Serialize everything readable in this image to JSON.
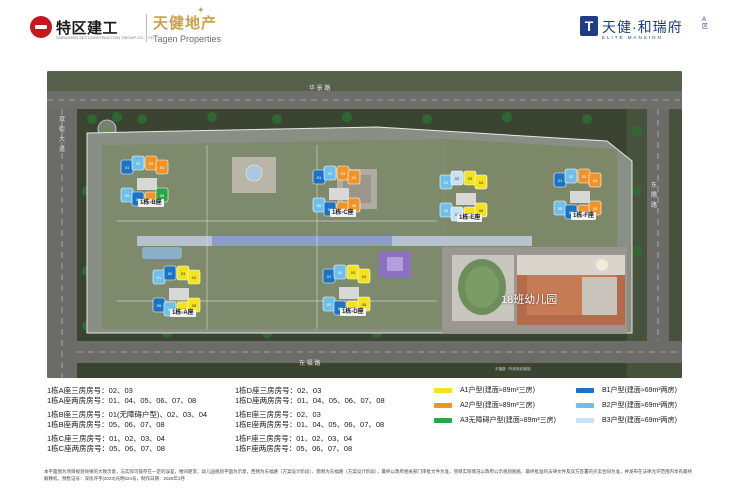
{
  "header": {
    "developer_logo_text": "特区建工",
    "developer_logo_sub": "SHENZHEN SEZ CONSTRUCTION GROUP CO., LTD.",
    "brand_cn": "天健地产",
    "brand_en": "Tagen Properties",
    "project_logo_cn": "天健·和瑞府",
    "project_logo_en": "ELITE MANSION",
    "project_logo_sub": "A区",
    "project_emblem": "T"
  },
  "site_plan": {
    "roads": {
      "north": "华 景 路",
      "west": "双 街 大 道",
      "east": "东 隅 路",
      "south": "东 福 路",
      "south_small": "东福路（市政规划道路）"
    },
    "buildings": [
      {
        "id": "b1",
        "label": "1栋-B座"
      },
      {
        "id": "b2",
        "label": "1栋-C座"
      },
      {
        "id": "b3",
        "label": "1栋-E座"
      },
      {
        "id": "b4",
        "label": "1栋-F座"
      },
      {
        "id": "b5",
        "label": "1栋-A座"
      },
      {
        "id": "b6",
        "label": "1栋-D座"
      }
    ],
    "kindergarten": "18班幼儿园"
  },
  "unit_colors": {
    "A1": "#f4e21c",
    "A2": "#f0942a",
    "A3": "#27a745",
    "B1": "#1c73c4",
    "B2": "#6ec0ea",
    "B3": "#c6e1f4"
  },
  "listings": {
    "A_three": "1栋A座三房房号：02、03",
    "A_two": "1栋A座两房房号：01、04、05、06、07、08",
    "B_three": "1栋B座三房房号：01(无障碍户型)、02、03、04",
    "B_two": "1栋B座两房房号：05、06、07、08",
    "C_three": "1栋C座三房房号：01、02、03、04",
    "C_two": "1栋C座两房房号：05、06、07、08",
    "D_three": "1栋D座三房房号：02、03",
    "D_two": "1栋D座两房房号：01、04、05、06、07、08",
    "E_three": "1栋E座三房房号：02、03",
    "E_two": "1栋E座两房房号：01、04、05、06、07、08",
    "F_three": "1栋F座三房房号：01、02、03、04",
    "F_two": "1栋F座两房房号：05、06、07、08"
  },
  "legend": {
    "A1": "A1户型(建面≈89m²三房)",
    "A2": "A2户型(建面≈89m²三房)",
    "A3": "A3无障碍户型(建面≈89m²三房)",
    "B1": "B1户型(建面≈69m²两房)",
    "B2": "B2户型(建面≈69m²两房)",
    "B3": "B3户型(建面≈69m²两房)"
  },
  "disclaimer": "本平面图为项目规划效果的大致示意，与实际可能存在一定的误差，楼间距等，幼儿园规划平面为示意，西侧为东福路（方案设计阶段），南侧为东福路（方案设计阶段），最终以政府相关部门审批文件为准，项目实际情况以政府公示规划图纸、最终批准的法律文件及双方签署的买卖合同为准，并发布在法律允许范围内享有最终解释权。预售证号：深房许字(2023)光明024号，制作日期：2025年3月"
}
